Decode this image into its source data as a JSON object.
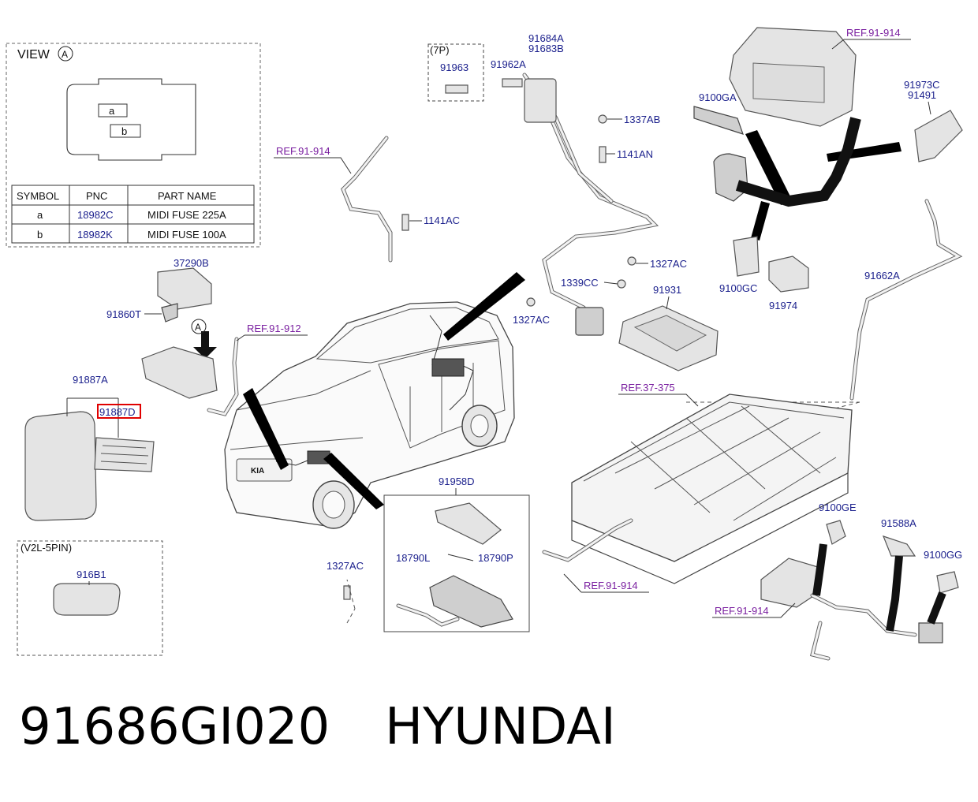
{
  "view_box": {
    "title": "VIEW",
    "circle_letter": "A",
    "slot_a": "a",
    "slot_b": "b",
    "table": {
      "headers": [
        "SYMBOL",
        "PNC",
        "PART NAME"
      ],
      "rows": [
        {
          "symbol": "a",
          "pnc": "18982C",
          "name": "MIDI FUSE 225A"
        },
        {
          "symbol": "b",
          "pnc": "18982K",
          "name": "MIDI FUSE 100A"
        }
      ]
    }
  },
  "labels": {
    "p7": "(7P)",
    "p91963": "91963",
    "p91962A": "91962A",
    "p91684A": "91684A",
    "p91683B": "91683B",
    "p1337AB": "1337AB",
    "p1141AN": "1141AN",
    "p1327AC_a": "1327AC",
    "p1339CC": "1339CC",
    "p1327AC_b": "1327AC",
    "p91931": "91931",
    "ref91914_a": "REF.91-914",
    "p1141AC": "1141AC",
    "p37290B": "37290B",
    "p91860T": "91860T",
    "marker_A": "A",
    "ref91912": "REF.91-912",
    "p91887A": "91887A",
    "p91887D": "91887D",
    "v2l": "(V2L-5PIN)",
    "p916B1": "916B1",
    "p1327AC_c": "1327AC",
    "p91958D": "91958D",
    "p18790L": "18790L",
    "p18790P": "18790P",
    "ref91914_b": "REF.91-914",
    "ref91914_c": "REF.91-914",
    "p9100GA": "9100GA",
    "p91973C": "91973C",
    "p91491": "91491",
    "p9100GC": "9100GC",
    "p91974": "91974",
    "p91662A": "91662A",
    "ref37375": "REF.37-375",
    "p9100GE": "9100GE",
    "p91588A": "91588A",
    "p9100GG": "9100GG",
    "ref91914_d": "REF.91-914"
  },
  "highlight_color": "#e00000",
  "caption": {
    "part_number": "91686GI020",
    "brand": "HYUNDAI"
  }
}
